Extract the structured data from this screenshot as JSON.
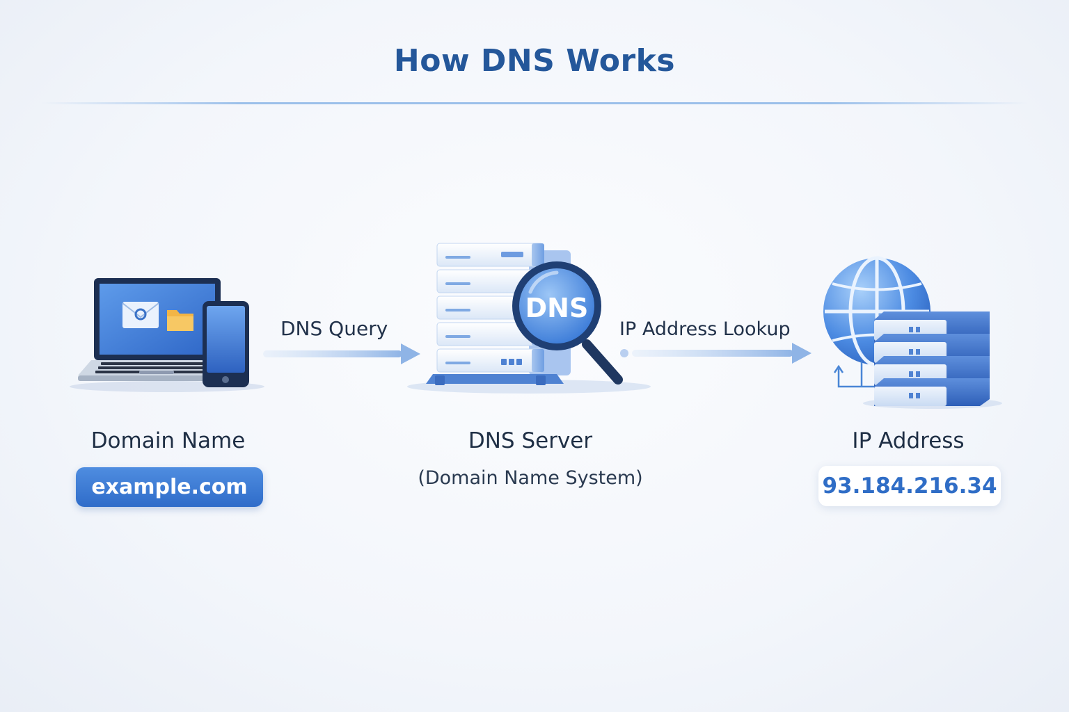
{
  "title": "How DNS Works",
  "nodes": {
    "client": {
      "label": "Domain Name",
      "value": "example.com"
    },
    "server": {
      "label": "DNS Server",
      "subtitle": "(Domain Name System)",
      "badge": "DNS"
    },
    "ip": {
      "label": "IP Address",
      "value": "93.184.216.34"
    }
  },
  "arrows": {
    "query": "DNS Query",
    "lookup": "IP Address Lookup"
  },
  "icons": [
    "laptop-icon",
    "phone-icon",
    "mail-icon",
    "folder-icon",
    "server-rack-icon",
    "magnifier-icon",
    "globe-icon",
    "server-stack-icon"
  ],
  "colors": {
    "title": "#24579a",
    "accent": "#2f6cc9",
    "ip_text": "#2f6dc6"
  }
}
